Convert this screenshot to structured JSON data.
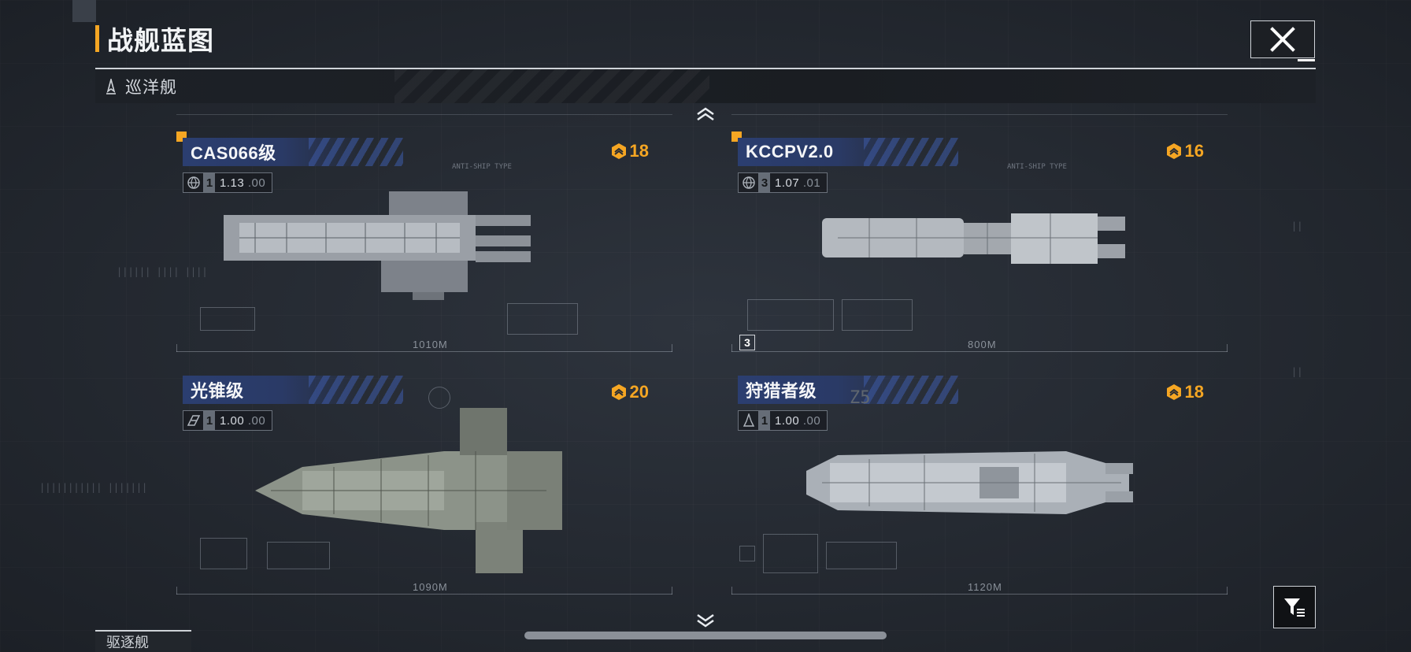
{
  "header": {
    "title": "战舰蓝图",
    "close_icon": "close-icon"
  },
  "category": {
    "icon": "cruiser-icon",
    "label": "巡洋舰"
  },
  "ships": [
    {
      "name": "CAS066级",
      "score": "18",
      "tier": "1",
      "stat": "1.13",
      "stat_suffix": ".00",
      "type_icon": "globe-icon",
      "length": "1010M",
      "new": true
    },
    {
      "name": "KCCPV2.0",
      "score": "16",
      "tier": "3",
      "stat": "1.07",
      "stat_suffix": ".01",
      "type_icon": "globe-icon",
      "length": "800M",
      "new": true
    },
    {
      "name": "光锥级",
      "score": "20",
      "tier": "1",
      "stat": "1.00",
      "stat_suffix": ".00",
      "type_icon": "faction-icon",
      "length": "1090M",
      "new": false
    },
    {
      "name": "狩猎者级",
      "score": "18",
      "tier": "1",
      "stat": "1.00",
      "stat_suffix": ".00",
      "type_icon": "rocket-icon",
      "length": "1120M",
      "new": false
    }
  ],
  "bottom": {
    "partial_label": "驱逐舰"
  },
  "colors": {
    "accent": "#f5a623",
    "tag_blue": "#2b3e70",
    "background": "#262b33"
  }
}
